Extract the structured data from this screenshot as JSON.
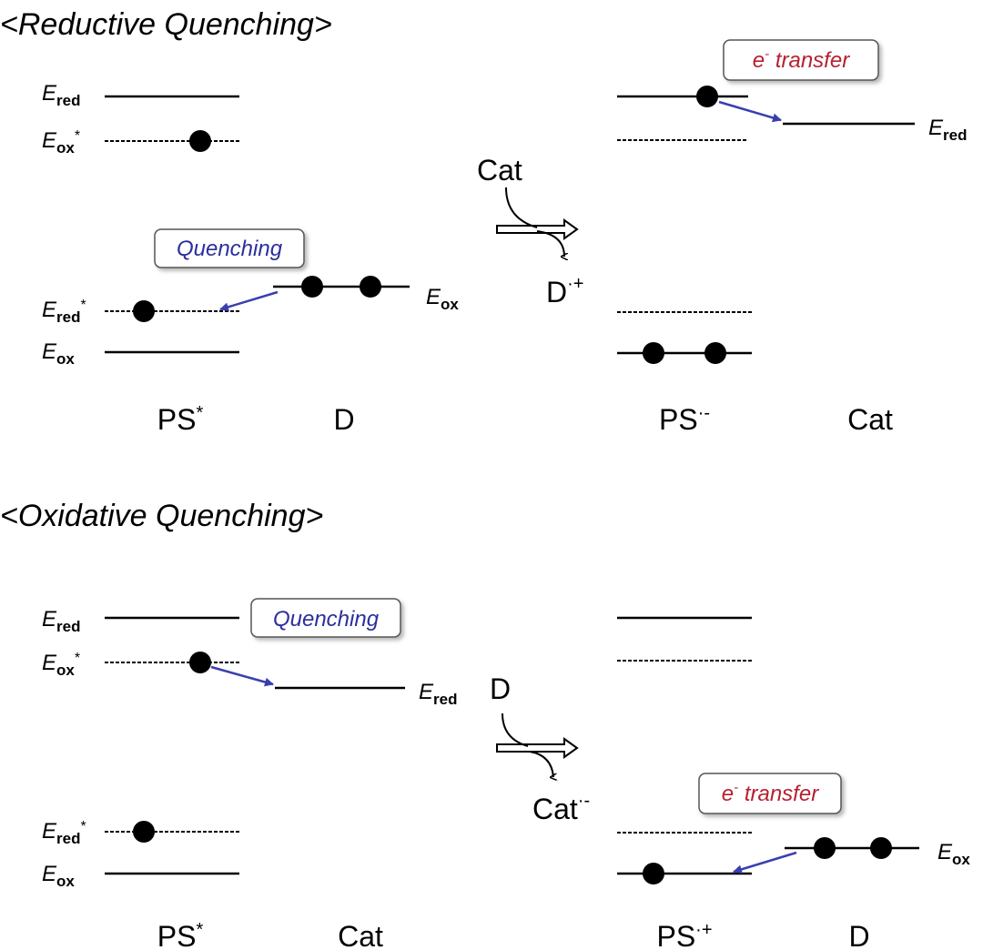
{
  "panels": {
    "reductive": {
      "title": "<Reductive Quenching>",
      "ps_levels": {
        "ered": {
          "sym": "E",
          "sub": "red",
          "sup": ""
        },
        "eox_star": {
          "sym": "E",
          "sub": "ox",
          "sup": "*"
        },
        "ered_star": {
          "sym": "E",
          "sub": "red",
          "sup": "*"
        },
        "eox": {
          "sym": "E",
          "sub": "ox",
          "sup": ""
        }
      },
      "partner_level": {
        "sym": "E",
        "sub": "ox"
      },
      "product_partner_level": {
        "sym": "E",
        "sub": "red"
      },
      "quench_box": "Quenching",
      "transfer_box": {
        "e": "e",
        "sup": "-",
        "text": " transfer"
      },
      "reagent_in": "Cat",
      "reagent_out": {
        "base": "D",
        "sup": "·+"
      },
      "species": {
        "ps": {
          "base": "PS",
          "sup": "*"
        },
        "partner": {
          "base": "D",
          "sup": ""
        },
        "ps_product": {
          "base": "PS",
          "sup": "·-"
        },
        "partner_product": {
          "base": "Cat",
          "sup": ""
        }
      }
    },
    "oxidative": {
      "title": "<Oxidative Quenching>",
      "ps_levels": {
        "ered": {
          "sym": "E",
          "sub": "red",
          "sup": ""
        },
        "eox_star": {
          "sym": "E",
          "sub": "ox",
          "sup": "*"
        },
        "ered_star": {
          "sym": "E",
          "sub": "red",
          "sup": "*"
        },
        "eox": {
          "sym": "E",
          "sub": "ox",
          "sup": ""
        }
      },
      "partner_level": {
        "sym": "E",
        "sub": "red"
      },
      "product_partner_level": {
        "sym": "E",
        "sub": "ox"
      },
      "quench_box": "Quenching",
      "transfer_box": {
        "e": "e",
        "sup": "-",
        "text": " transfer"
      },
      "reagent_in": "D",
      "reagent_out": {
        "base": "Cat",
        "sup": "·-"
      },
      "species": {
        "ps": {
          "base": "PS",
          "sup": "*"
        },
        "partner": {
          "base": "Cat",
          "sup": ""
        },
        "ps_product": {
          "base": "PS",
          "sup": "·+"
        },
        "partner_product": {
          "base": "D",
          "sup": ""
        }
      }
    }
  },
  "colors": {
    "quench": "#2b2f9e",
    "transfer": "#b52130",
    "arrow": "#3a3fb0",
    "line": "#000000"
  }
}
